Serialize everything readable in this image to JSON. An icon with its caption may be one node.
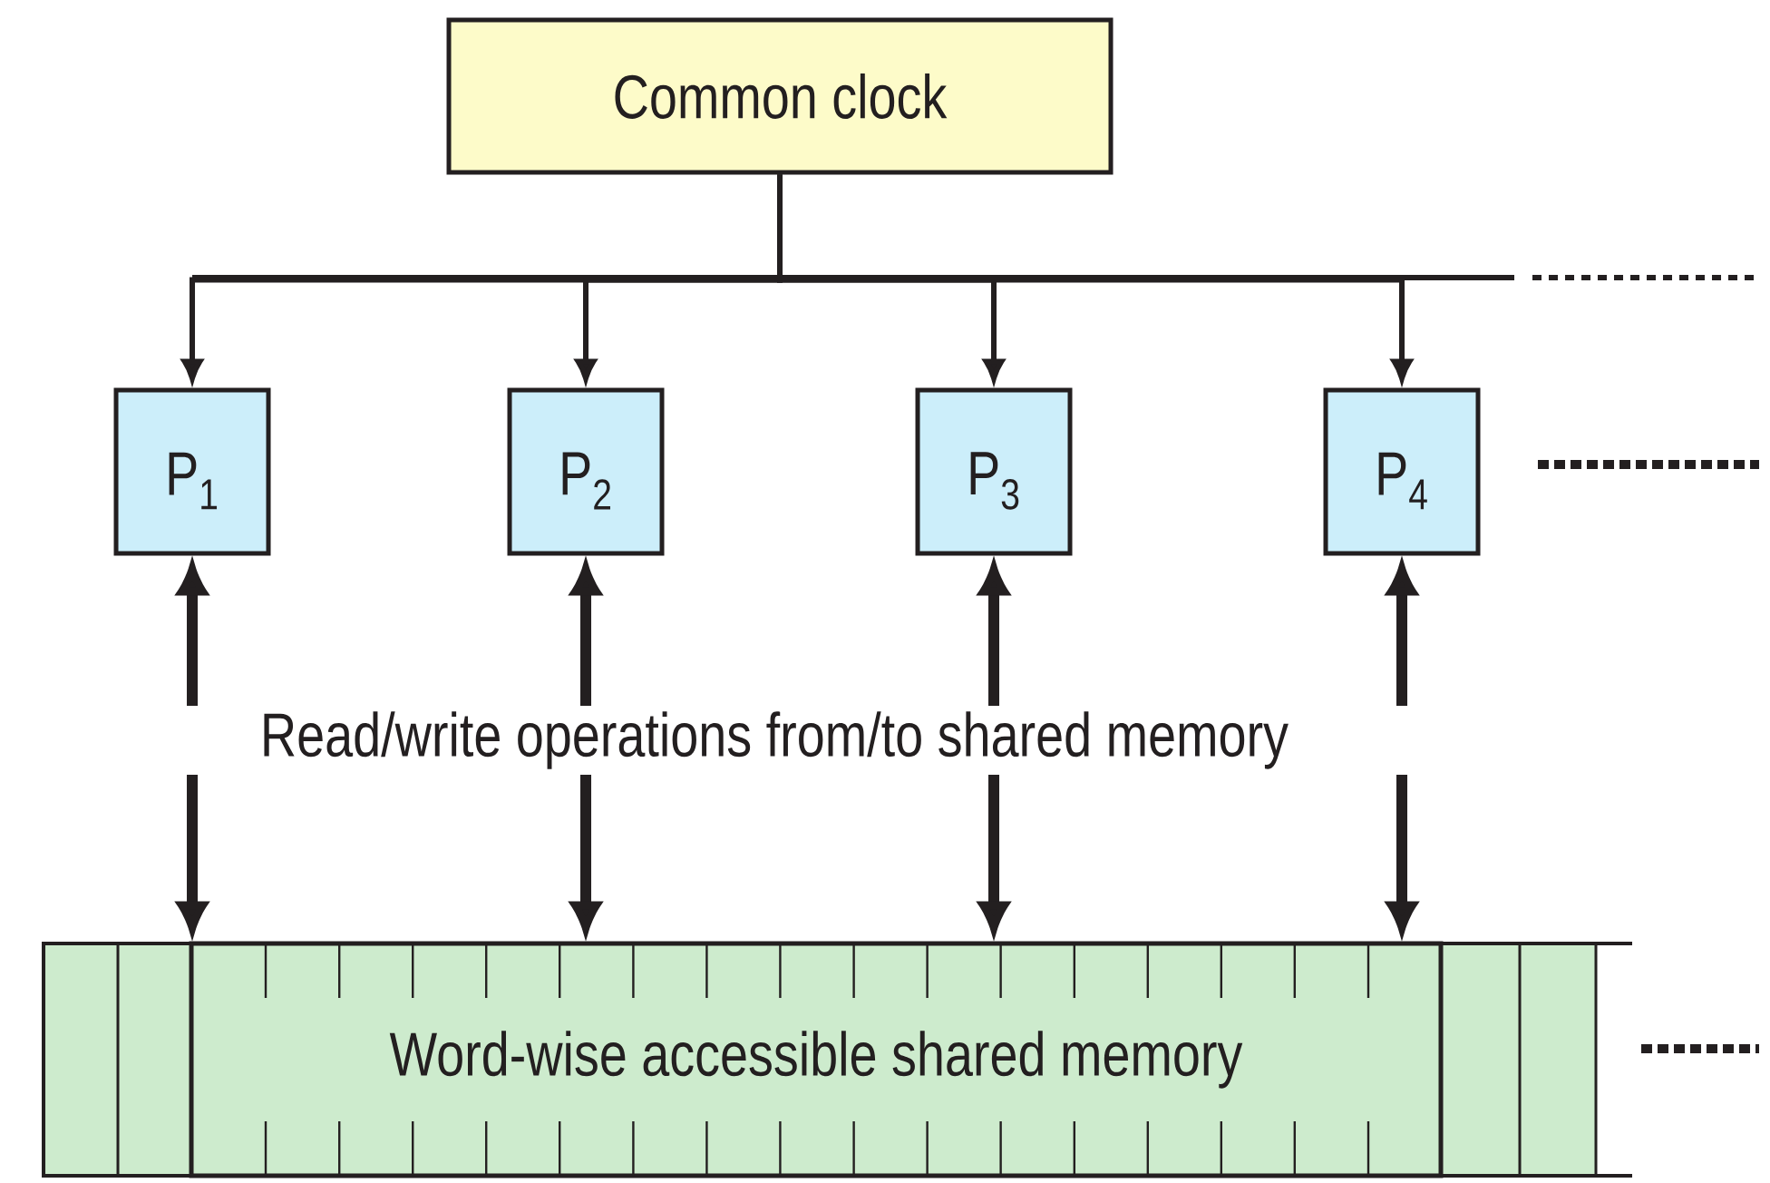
{
  "diagram": {
    "nodes": [
      {
        "text": [
          "Common clock"
        ]
      },
      {
        "text": [
          "P$_{1}$"
        ]
      },
      {
        "text": [
          "P$_{2}$"
        ]
      },
      {
        "text": [
          "P$_{3}$"
        ]
      },
      {
        "text": [
          "P$_{4}$"
        ]
      },
      {
        "text": [
          "Word-wise accessible shared memory"
        ]
      },
      {
        "text": [
          "Read/write operations from/to shared memory"
        ]
      }
    ],
    "edges": [
      {
        "from": 0,
        "to": 1,
        "arrow": "to"
      },
      {
        "from": 0,
        "to": 2,
        "arrow": "to"
      },
      {
        "from": 0,
        "to": 3,
        "arrow": "to"
      },
      {
        "from": 0,
        "to": 4,
        "arrow": "to"
      },
      {
        "from": 6,
        "to": 1,
        "arrow": "to"
      },
      {
        "from": 6,
        "to": 2,
        "arrow": "to"
      },
      {
        "from": 6,
        "to": 3,
        "arrow": "to"
      },
      {
        "from": 6,
        "to": 4,
        "arrow": "to"
      },
      {
        "from": 6,
        "to": 5,
        "arrow": "to"
      },
      {
        "from": 6,
        "to": 5,
        "arrow": "to"
      },
      {
        "from": 6,
        "to": 5,
        "arrow": "to"
      },
      {
        "from": 6,
        "to": 5,
        "arrow": "to"
      }
    ]
  }
}
